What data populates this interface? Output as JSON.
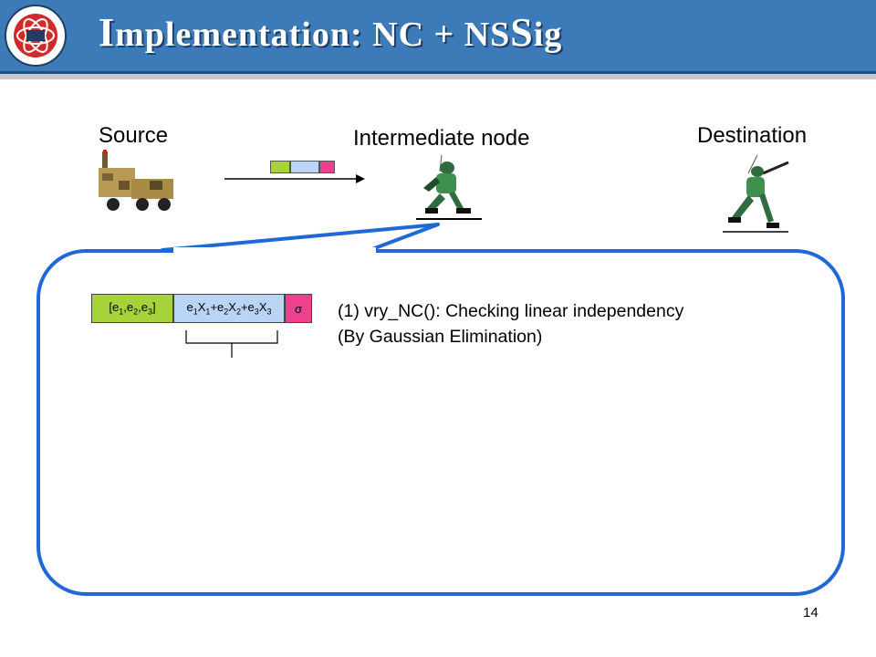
{
  "header": {
    "title_first_letter": "I",
    "title_rest": "mplementation: NC + NS",
    "title_sig_first": "",
    "title_sig_rest": "ig"
  },
  "nodes": {
    "source": "Source",
    "intermediate": "Intermediate node",
    "destination": "Destination"
  },
  "packet_cells": {
    "coefficients": "[e",
    "sigma": "σ"
  },
  "note": {
    "line1": "(1) vry_NC(): Checking linear independency",
    "line2": "(By Gaussian Elimination)"
  },
  "page_number": "14",
  "colors": {
    "header_bg": "#3c7ab8",
    "bubble_border": "#1e68d8",
    "cell_green": "#a6d33a",
    "cell_blue": "#b9d4f5",
    "cell_pink": "#ef3f8f"
  }
}
